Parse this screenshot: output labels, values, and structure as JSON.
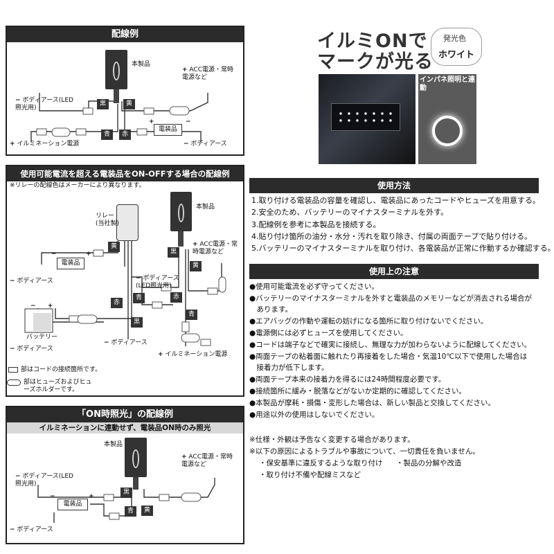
{
  "wiring_example": {
    "title": "配線例",
    "product": "本製品",
    "acc": "ACC電源・常時電源など",
    "body_earth_led": "ボディアース(LED照光用)",
    "illumination": "イルミネーション電源",
    "accessory": "電装品",
    "body_earth": "ボディアース",
    "colors": {
      "black": "黒",
      "yellow": "黄",
      "blue": "青",
      "red": "赤"
    }
  },
  "relay_example": {
    "title": "使用可能電流を超える電装品をON-OFFする場合の配線例",
    "note": "※リレーの配線色はメーカーにより異なります。",
    "relay": "リレー(当社製)",
    "product": "本製品",
    "acc": "ACC電源・常時電源など",
    "accessory": "電装品",
    "body_earth": "ボディアース",
    "body_earth_led": "ボディアース(LED照光用)",
    "battery": "バッテリー",
    "illumination": "イルミネーション電源",
    "colors": {
      "black": "黒",
      "yellow": "黄",
      "blue": "青",
      "red": "赤"
    },
    "legend_connection": "部はコードの接続箇所です。",
    "legend_fuse": "部はヒューズおよびヒューズホルダーです。"
  },
  "on_example": {
    "title": "「ON時照光」の配線例",
    "subtitle": "イルミネーションに連動せず、電装品ON時のみ照光",
    "product": "本製品",
    "acc": "ACC電源・常時電源など",
    "body_earth_led": "ボディアース(LED照光用)",
    "accessory": "電装品",
    "body_earth": "ボディアース",
    "colors": {
      "black": "黒",
      "yellow": "黄",
      "blue": "青"
    }
  },
  "hero": {
    "headline_1": "イルミONで",
    "headline_2": "マークが光る",
    "color_label": "発光色",
    "color_value": "ホワイト",
    "inset_label": "インパネ照明と連動"
  },
  "usage": {
    "title": "使用方法",
    "steps": [
      "1.取り付ける電装品の容量を確認し、電装品にあったコードやヒューズを用意する。",
      "2.安全のため、バッテリーのマイナスターミナルを外す。",
      "3.配線例を参考に本製品を接続する。",
      "4.貼り付け箇所の油分・水分・汚れを取り除き、付属の両面テープで貼り付ける。",
      "5.バッテリーのマイナスターミナルを取り付け、各電装品が正常に作動するか確認する。"
    ]
  },
  "cautions": {
    "title": "使用上の注意",
    "items": [
      "●使用可能電流を必ず守ってください。",
      "●バッテリーのマイナスターミナルを外すと電装品のメモリーなどが消去される場合が",
      "　あります。",
      "●エアバッグの作動や運転の妨げになる箇所に取り付けないでください。",
      "●電源側には必ずヒューズを使用してください。",
      "●コードは端子などで確実に接続し、無理な力が加わらないように配線してください。",
      "●両面テープの粘着面に触れたり再接着をした場合・気温10℃以下で使用した場合は",
      "　接着力が低下します。",
      "●両面テープ本来の接着力を得るには24時間程度必要です。",
      "●接続箇所に緩み・脱落などがないか定期的に確認してください。",
      "●本製品が摩耗・損傷・変形した場合は、新しい製品と交換してください。",
      "●用途以外の使用はしないでください。"
    ]
  },
  "footnotes": {
    "spec": "※仕様・外観は予告なく変更する場合があります。",
    "liability": "※以下の原因によるトラブルや事故について、一切責任を負いません。",
    "cause_1": "・保安基準に違反するような取り付け",
    "cause_2": "・製品の分解や改造",
    "cause_3": "・取り付け不備や配線ミスなど"
  },
  "marks": {
    "plus": "+",
    "minus": "−"
  }
}
